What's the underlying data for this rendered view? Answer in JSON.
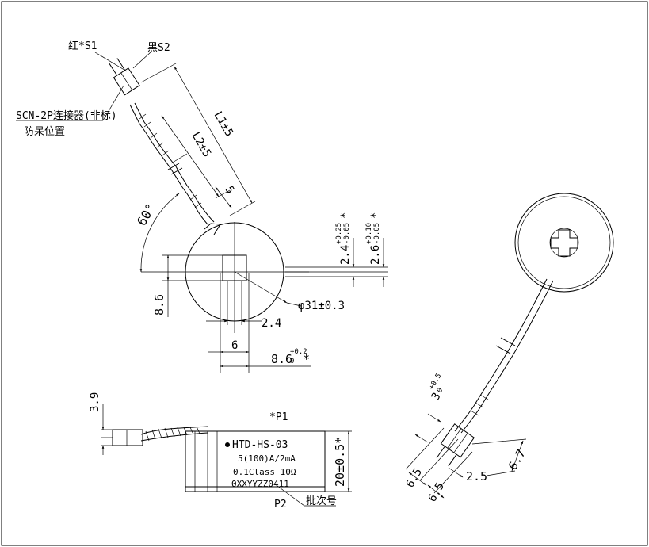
{
  "drawing": {
    "top_view": {
      "wire_red_label": "红*S1",
      "wire_black_label": "黑S2",
      "connector_label": "SCN-2P连接器(非标)",
      "connector_note": "防呆位置",
      "dim_L1": "L1±5",
      "dim_L2": "L2±5",
      "dim_5": "5",
      "angle": "60°",
      "dim_86_vertical": "8.6",
      "dim_24_base": "2.4",
      "dim_24_tol": "+0.25",
      "dim_24_tol_low": "-0.05",
      "dim_24_star": "*",
      "dim_26_base": "2.6",
      "dim_26_tol": "+0.10",
      "dim_26_tol_low": "-0.05",
      "dim_26_star": "*",
      "dim_diameter": "φ31±0.3",
      "dim_24_bottom": "2.4",
      "dim_6": "6",
      "dim_86_base": "8.6",
      "dim_86_tol_up": "+0.2",
      "dim_86_tol_low": "0",
      "dim_86_star": "*"
    },
    "side_view": {
      "dim_39": "3.9",
      "p1_label": "*P1",
      "p2_label": "P2",
      "label_line1": "HTD-HS-03",
      "label_line2": "5(100)A/2mA",
      "label_line3": "0.1Class 10Ω",
      "label_line4": "0XXYYZZ0411",
      "dim_20": "20±0.5*",
      "batch_label": "批次号"
    },
    "iso_view": {
      "dim_3_base": "3",
      "dim_3_tol_up": "+0.5",
      "dim_3_tol_low": "0",
      "dim_65a": "6.5",
      "dim_65b": "6.5",
      "dim_25": "2.5",
      "dim_67": "6.7"
    }
  }
}
